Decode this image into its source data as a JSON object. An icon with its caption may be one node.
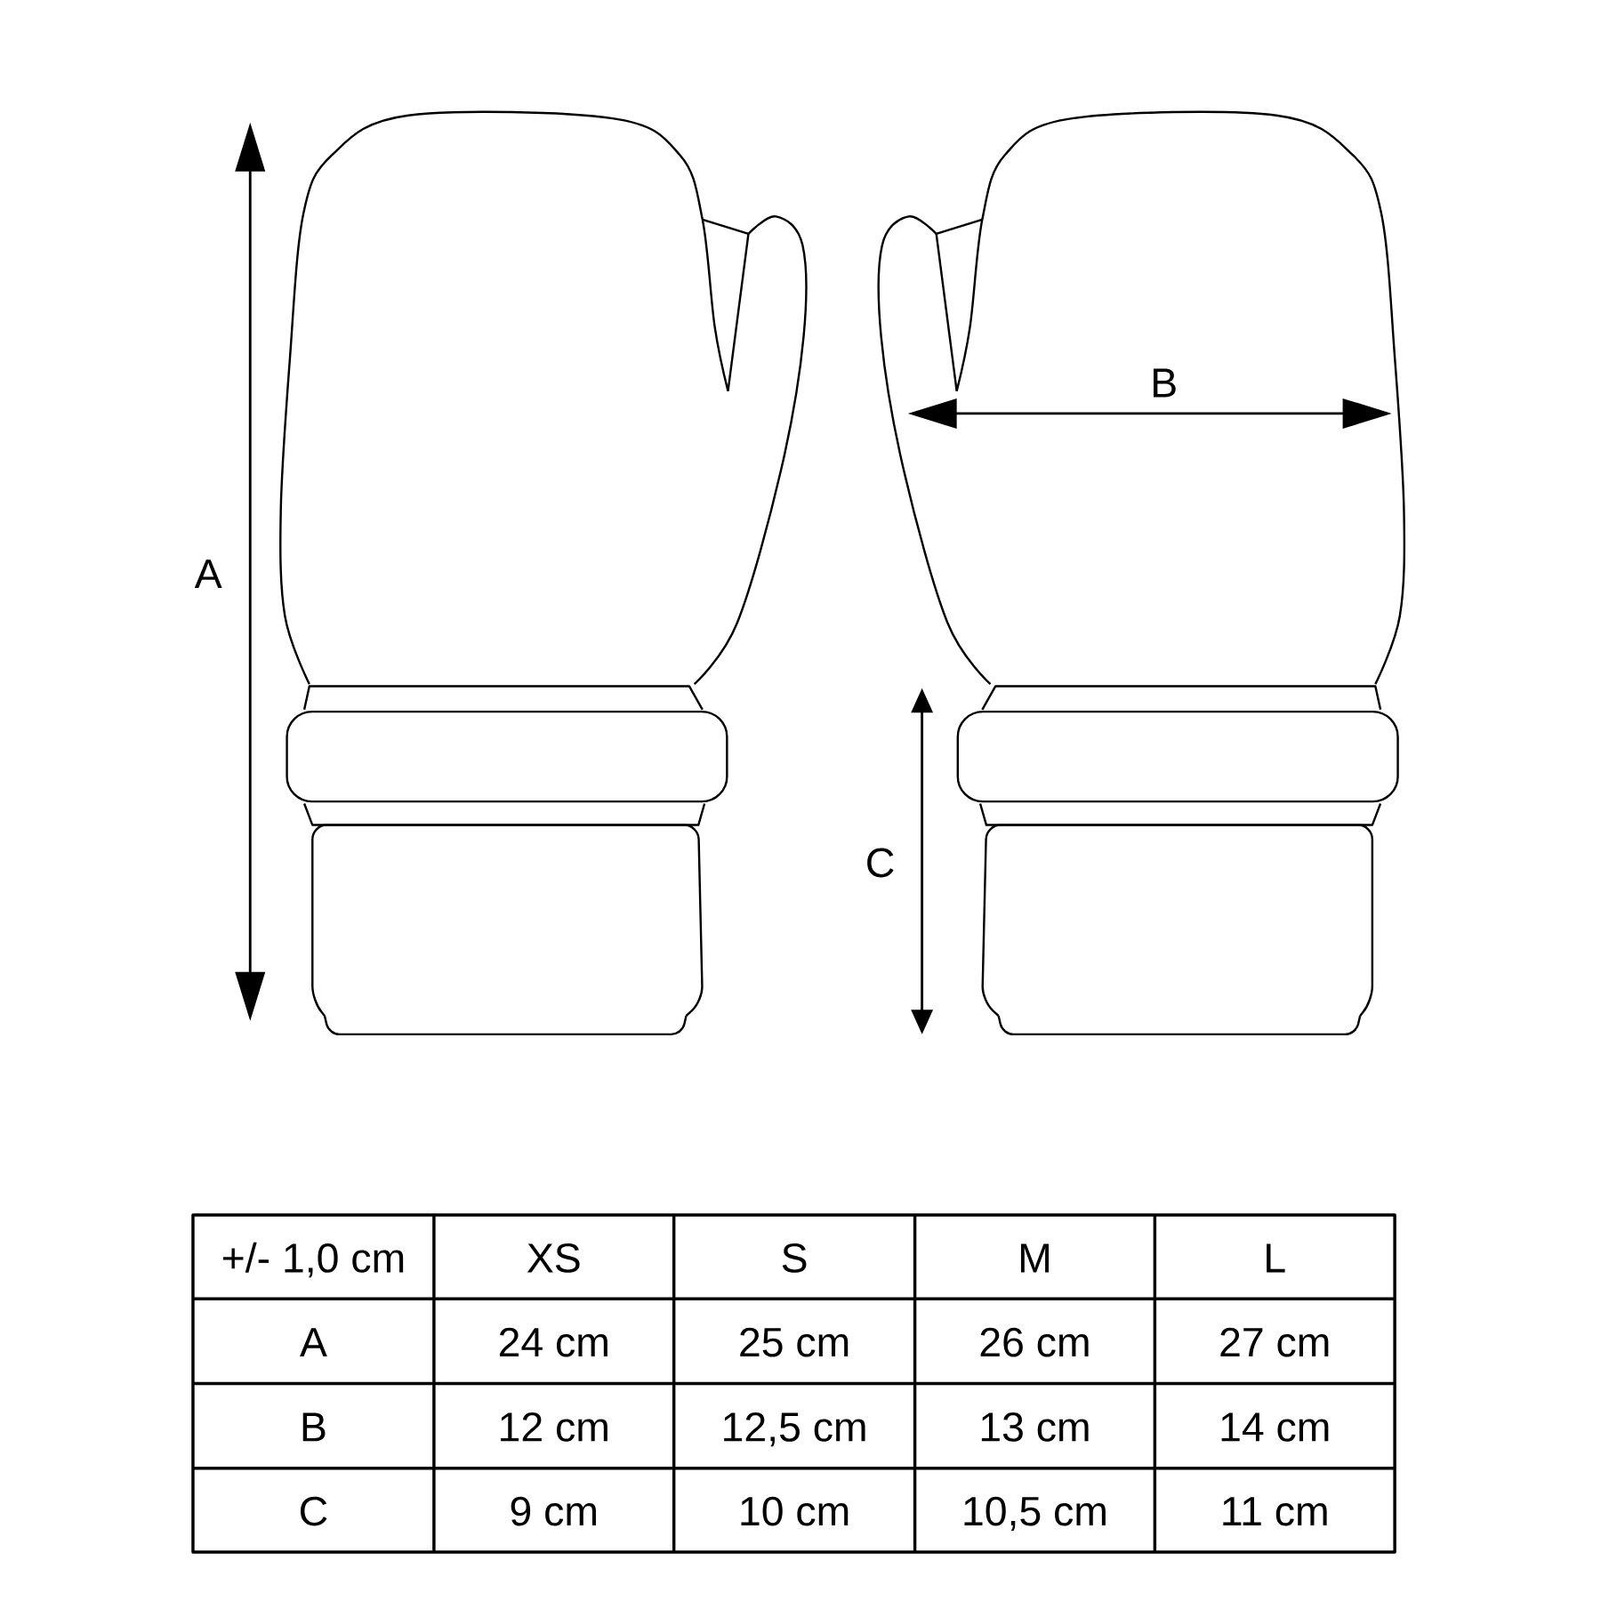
{
  "diagram": {
    "labels": [
      "A",
      "B",
      "C",
      "+/- 1,0 cm",
      "XS",
      "S",
      "M",
      "L",
      "A",
      "24 cm",
      "25 cm",
      "26 cm",
      "27 cm",
      "B",
      "12 cm",
      "12,5 cm",
      "13 cm",
      "14 cm",
      "C",
      "9 cm",
      "10 cm",
      "10,5 cm",
      "11 cm"
    ]
  }
}
